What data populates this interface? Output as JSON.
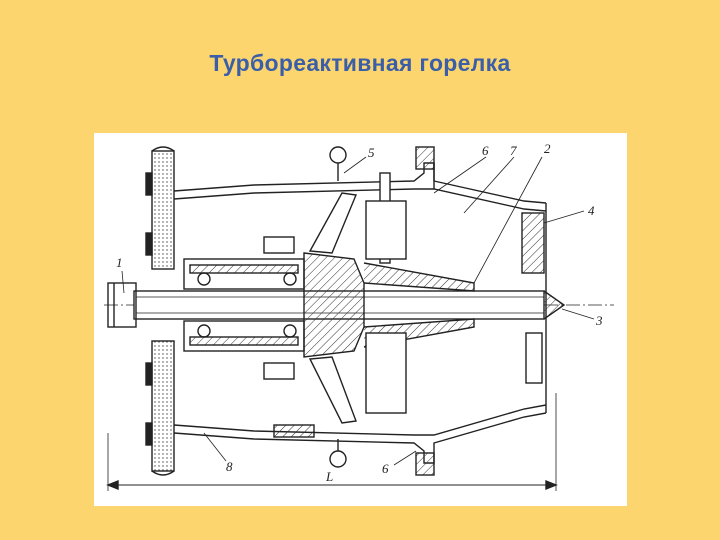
{
  "slide": {
    "title": "Турбореактивная горелка"
  },
  "diagram": {
    "labels": {
      "l1": "1",
      "l2": "2",
      "l3": "3",
      "l4": "4",
      "l5": "5",
      "l6top": "6",
      "l6bot": "6",
      "l7": "7",
      "l8": "8",
      "dimL": "L"
    }
  }
}
